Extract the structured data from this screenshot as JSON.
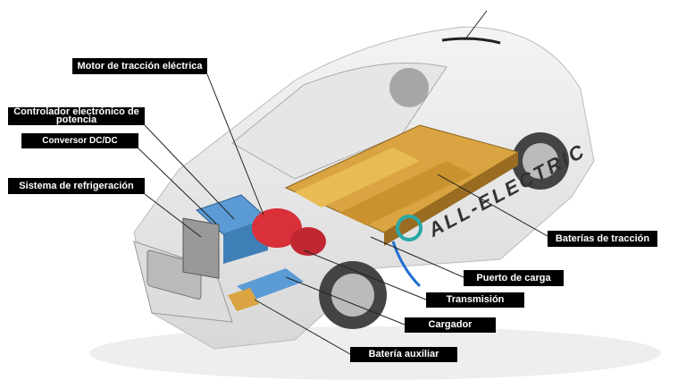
{
  "labels": {
    "motor": "Motor de tracción eléctrica",
    "controller": "Controlador electrónico de potencia",
    "converter": "Conversor DC/DC",
    "cooling": "Sistema de refrigeración",
    "traction_batteries": "Baterías de tracción",
    "charge_port": "Puerto de carga",
    "transmission": "Transmisión",
    "charger": "Cargador",
    "aux_battery": "Batería auxiliar"
  },
  "car_branding": "ALL-ELECTRIC",
  "colors": {
    "label_bg": "#000000",
    "label_text": "#ffffff",
    "battery": "#d9a441",
    "motor": "#d9303a",
    "inverter": "#5b9bd5"
  }
}
